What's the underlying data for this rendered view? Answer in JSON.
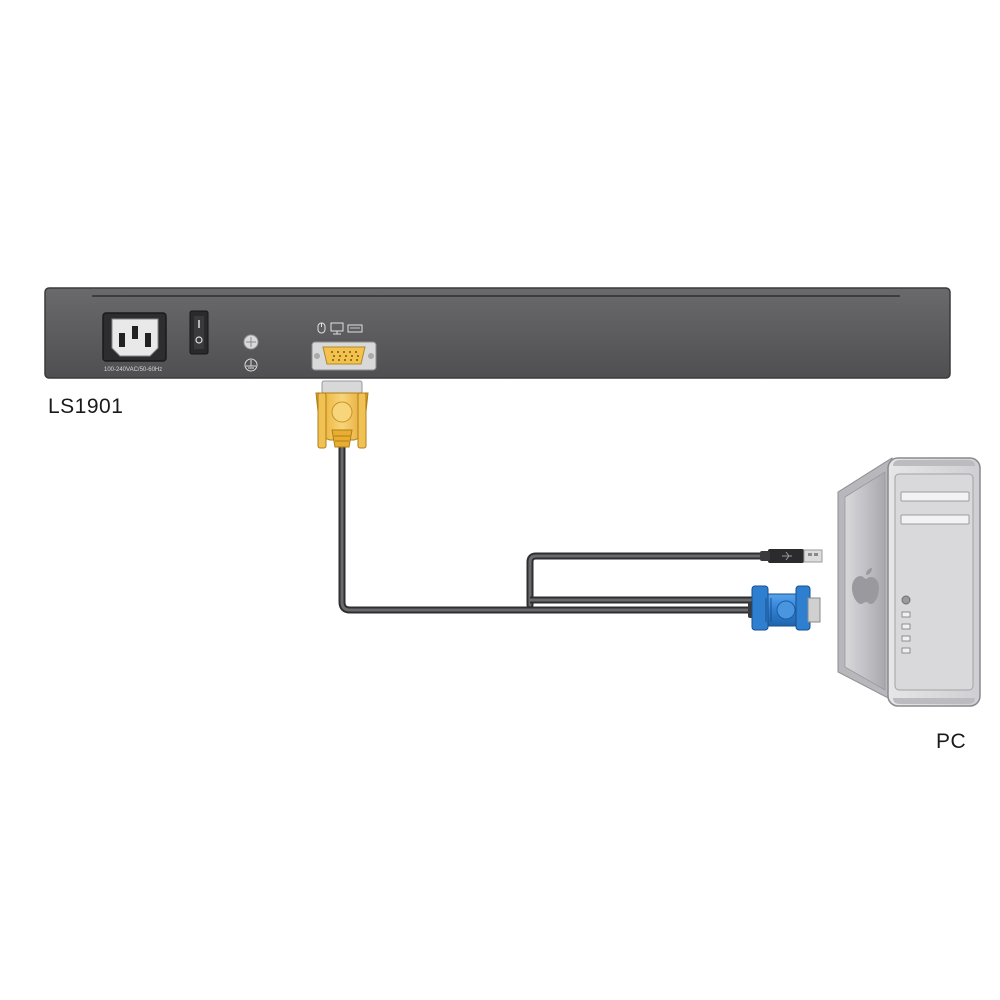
{
  "labels": {
    "switch_name": "LS1901",
    "pc_name": "PC",
    "power_rating": "100-240VAC/50-60Hz"
  },
  "icons": {
    "port_icons": [
      "mouse-icon",
      "monitor-icon",
      "keyboard-icon"
    ],
    "power_socket": "iec-power-socket-icon",
    "power_switch": "rocker-switch-icon",
    "ground": "ground-symbol-icon",
    "pc_logo": "apple-logo-icon",
    "usb": "usb-plug-icon"
  },
  "colors": {
    "chassis": "#5b5b5d",
    "vga_connector_yellow": "#f2c14e",
    "vga_connector_blue": "#2f7fd1",
    "cable": "#4a4a4a",
    "pc_case": "#c9c9cc"
  }
}
